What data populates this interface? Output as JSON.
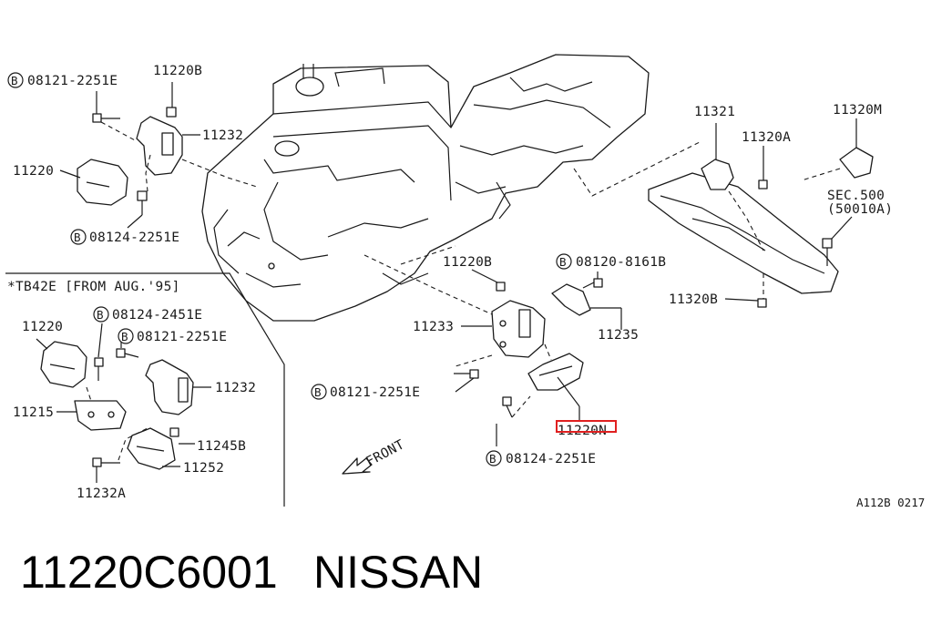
{
  "diagram": {
    "callouts": {
      "b_08121_top": "08121-2251E",
      "p_11220B_top": "11220B",
      "p_11232_top": "11232",
      "p_11220_left": "11220",
      "b_08124_left": "08124-2251E",
      "inset_title": "*TB42E [FROM AUG.'95]",
      "inset_11220": "11220",
      "inset_b_08124": "08124-2451E",
      "inset_b_08121": "08121-2251E",
      "inset_11232": "11232",
      "inset_11215": "11215",
      "inset_11245B": "11245B",
      "inset_11252": "11252",
      "inset_11232A": "11232A",
      "p_11220B_mid": "11220B",
      "b_08120": "08120-8161B",
      "p_11233": "11233",
      "p_11235": "11235",
      "b_08121_mid": "08121-2251E",
      "p_11220N": "11220N",
      "b_08124_bottom": "08124-2251E",
      "p_11321": "11321",
      "p_11320A": "11320A",
      "p_11320M": "11320M",
      "sec_500": "SEC.500",
      "sec_500_ref": "(50010A)",
      "p_11320B": "11320B",
      "front": "FRONT",
      "fig_code": "A112B 0217",
      "bolt_symbol": "B"
    },
    "highlight_color": "#e02020"
  },
  "caption": {
    "part_number": "11220C6001",
    "brand": "NISSAN"
  }
}
